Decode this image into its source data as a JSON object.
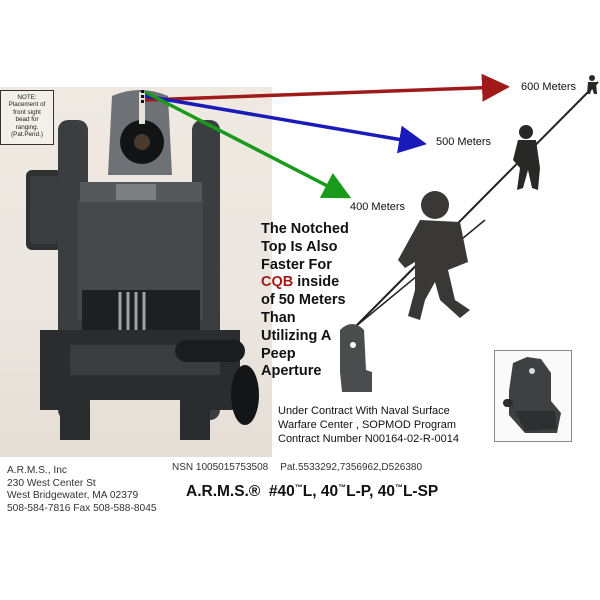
{
  "note": {
    "lines": [
      "NOTE:",
      "Placement of",
      "front sight",
      "bead for",
      "ranging.",
      "(Pat.Pend.)"
    ]
  },
  "ranges": [
    {
      "label": "600 Meters",
      "color": "#a01a1a"
    },
    {
      "label": "500 Meters",
      "color": "#1a1ab8"
    },
    {
      "label": "400 Meters",
      "color": "#1a9a1a"
    }
  ],
  "claim": {
    "line1": "The Notched",
    "line2": "Top Is Also",
    "line3": "Faster For",
    "line4_highlight": "CQB",
    "line4_rest": " inside",
    "line5": "of 50 Meters",
    "line6": "Than",
    "line7": "Utilizing A",
    "line8": "Peep",
    "line9": "Aperture",
    "highlight_color": "#a31919"
  },
  "contract": {
    "line1": "Under Contract With Naval Surface",
    "line2": "Warfare Center , SOPMOD Program",
    "line3": "Contract Number N00164-02-R-0014"
  },
  "company": {
    "name": "A.R.M.S., Inc",
    "street": "230 West Center St",
    "city": "West Bridgewater, MA 02379",
    "phone": "508-584-7816 Fax 508-588-8045"
  },
  "nsn": "NSN 1005015753508",
  "patents": "Pat.5533292,7356962,D526380",
  "model": {
    "brand": "A.R.M.S.®",
    "p1": "#40",
    "tm": "™",
    "p2": "L, 40",
    "p3": "L-P, 40",
    "p4": "L-SP"
  }
}
